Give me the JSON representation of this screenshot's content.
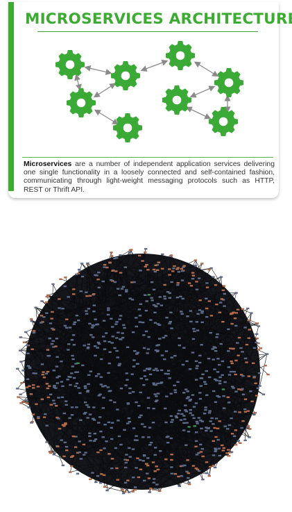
{
  "card": {
    "title": "MICROSERVICES ARCHITECTURE",
    "description_term": "Microservices",
    "description_rest": " are a number of independent application services delivering one single functionality in a loosely connected and self-contained fashion, communicating through light-weight messaging protocols such as HTTP, REST or Thrift API."
  },
  "colors": {
    "accent": "#3cab32",
    "gear": "#3aa935",
    "arrow": "#8a8a8a",
    "graph_core": "#15161b",
    "graph_node_blue": "#5a6a88",
    "graph_node_orange": "#b46a48",
    "graph_node_green": "#3f8f55"
  },
  "icons": {
    "gear": "gear-icon",
    "arrow": "double-arrow-icon"
  }
}
